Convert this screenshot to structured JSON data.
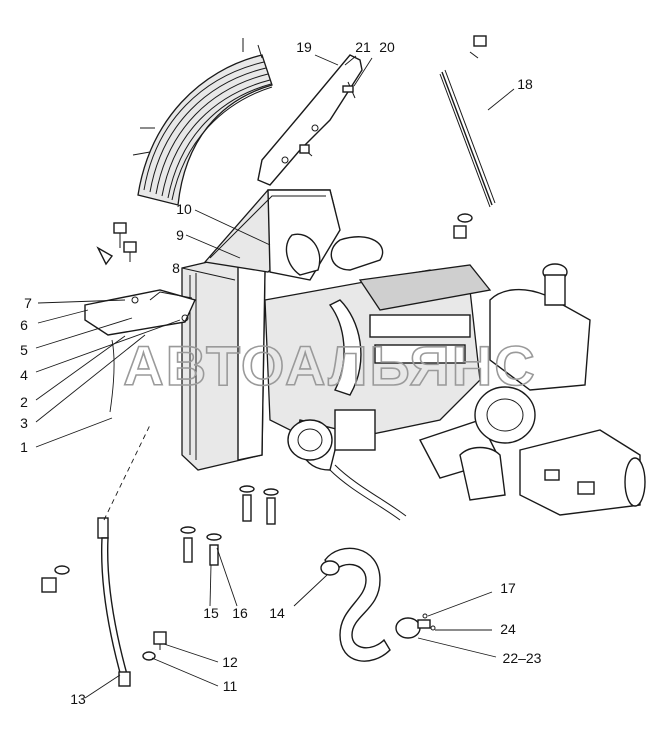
{
  "watermark": "АВТОАЛЬЯНС",
  "callouts": [
    {
      "id": "c1",
      "text": "1"
    },
    {
      "id": "c2",
      "text": "2"
    },
    {
      "id": "c3",
      "text": "3"
    },
    {
      "id": "c4",
      "text": "4"
    },
    {
      "id": "c5",
      "text": "5"
    },
    {
      "id": "c6",
      "text": "6"
    },
    {
      "id": "c7",
      "text": "7"
    },
    {
      "id": "c8",
      "text": "8"
    },
    {
      "id": "c9",
      "text": "9"
    },
    {
      "id": "c10",
      "text": "10"
    },
    {
      "id": "c11",
      "text": "11"
    },
    {
      "id": "c12",
      "text": "12"
    },
    {
      "id": "c13",
      "text": "13"
    },
    {
      "id": "c14",
      "text": "14"
    },
    {
      "id": "c15",
      "text": "15"
    },
    {
      "id": "c16",
      "text": "16"
    },
    {
      "id": "c17",
      "text": "17"
    },
    {
      "id": "c18",
      "text": "18"
    },
    {
      "id": "c19",
      "text": "19"
    },
    {
      "id": "c20",
      "text": "20"
    },
    {
      "id": "c21",
      "text": "21"
    },
    {
      "id": "c22_23",
      "text": "22–23"
    },
    {
      "id": "c24",
      "text": "24"
    }
  ]
}
